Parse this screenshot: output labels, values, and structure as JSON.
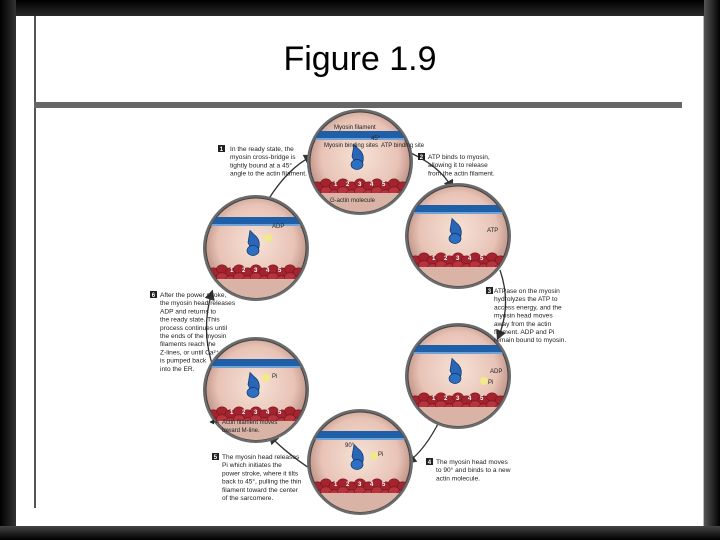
{
  "slide": {
    "title": "Figure 1.9"
  },
  "diagram": {
    "top_labels": {
      "myosin_filament": "Myosin filament",
      "myosin_binding_sites": "Myosin binding sites",
      "atp_binding_site": "ATP binding site",
      "angle_45": "45°",
      "g_actin": "G-actin molecule"
    },
    "steps": [
      {
        "number": "1",
        "text": [
          "In the ready state, the",
          "myosin cross-bridge is",
          "tightly bound at a 45°",
          "angle to the actin filament."
        ]
      },
      {
        "number": "2",
        "text": [
          "ATP binds to myosin,",
          "allowing it to release",
          "from the actin filament."
        ]
      },
      {
        "number": "3",
        "text": [
          "ATPase on the myosin",
          "hydrolyzes the ATP to",
          "access energy, and the",
          "myosin head moves",
          "away from the actin",
          "filament. ADP and Pi",
          "remain bound to myosin."
        ]
      },
      {
        "number": "4",
        "text": [
          "The myosin head moves",
          "to 90° and binds to a new",
          "actin molecule."
        ]
      },
      {
        "number": "5",
        "text": [
          "The myosin head releases",
          "Pi which initiates the",
          "power stroke, where it tilts",
          "back to 45°, pulling the thin",
          "filament toward the center",
          "of the sarcomere."
        ]
      },
      {
        "number": "6",
        "text": [
          "After the power stroke,",
          "the myosin head releases",
          "ADP and returns to",
          "the ready state. This",
          "process continues until",
          "the ends of the myosin",
          "filaments reach the",
          "Z-lines, or until Ca²⁺",
          "is pumped back",
          "into the ER."
        ]
      }
    ],
    "molecule_labels": {
      "atp": "ATP",
      "adp": "ADP",
      "pi": "Pi",
      "angle_90": "90°",
      "actin_moves": [
        "Actin filament moves",
        "toward M-line."
      ]
    },
    "actin_numbers": [
      "1",
      "2",
      "3",
      "4",
      "5"
    ]
  }
}
